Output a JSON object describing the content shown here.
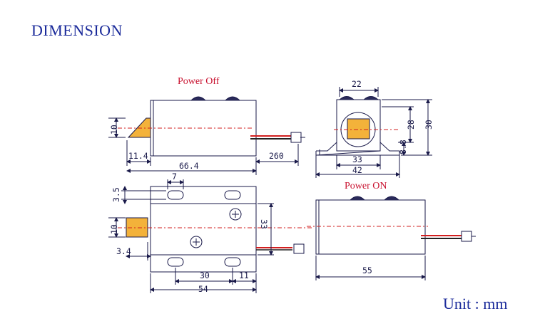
{
  "title": "DIMENSION",
  "unit_label": "Unit : mm",
  "labels": {
    "power_off": "Power Off",
    "power_on": "Power ON"
  },
  "dimensions": {
    "side_height_10": "10",
    "side_tongue_11_4": "11.4",
    "side_length_66_4": "66.4",
    "side_wire_260": "260",
    "front_top_22": "22",
    "front_h_28": "28",
    "front_h_30": "30",
    "front_h_8_8": "8.8",
    "front_w_33": "33",
    "front_w_42": "42",
    "top_slot_7": "7",
    "top_slot_3_5": "3.5",
    "top_tongue_10": "10",
    "top_h_33": "33",
    "top_offset_3_4": "3.4",
    "top_slot_30": "30",
    "top_slot_11": "11",
    "top_w_54": "54",
    "on_len_55": "55"
  },
  "colors": {
    "title": "#1a2a9a",
    "label_red": "#c8102e",
    "tongue": "#f3b23a",
    "wire_red": "#d21f1f",
    "line": "#1a1a4a"
  }
}
